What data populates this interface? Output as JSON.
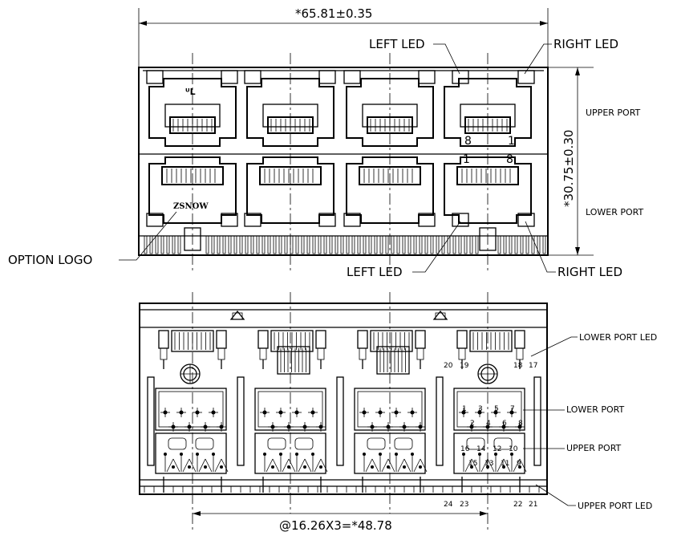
{
  "dimensions": {
    "overall_width": "*65.81±0.35",
    "overall_height": "*30.75±0.30",
    "pitch": "@16.26X3=*48.78"
  },
  "front_view": {
    "left_led_top": "LEFT  LED",
    "right_led_top": "RIGHT  LED",
    "upper_port": "UPPER PORT",
    "lower_port": "LOWER PORT",
    "option_logo": "OPTION  LOGO",
    "left_led_bottom": "LEFT  LED",
    "right_led_bottom": "RIGHT  LED",
    "logo_text": "ZSNOW",
    "upper_pin_left": "8",
    "upper_pin_right": "1",
    "lower_pin_left": "1",
    "lower_pin_right": "8"
  },
  "bottom_view": {
    "lower_port_led": "LOWER PORT LED",
    "lower_port": "LOWER PORT",
    "upper_port": "UPPER PORT",
    "upper_port_led": "UPPER PORT LED",
    "pin_20": "20",
    "pin_19": "19",
    "pin_18": "18",
    "pin_17": "17",
    "pin_24": "24",
    "pin_23": "23",
    "pin_22": "22",
    "pin_21": "21",
    "lower_pins": [
      "1",
      "3",
      "5",
      "7",
      "2",
      "4",
      "6",
      "8"
    ],
    "upper_pins": [
      "16",
      "14",
      "12",
      "10",
      "15",
      "13",
      "11",
      "9"
    ]
  }
}
